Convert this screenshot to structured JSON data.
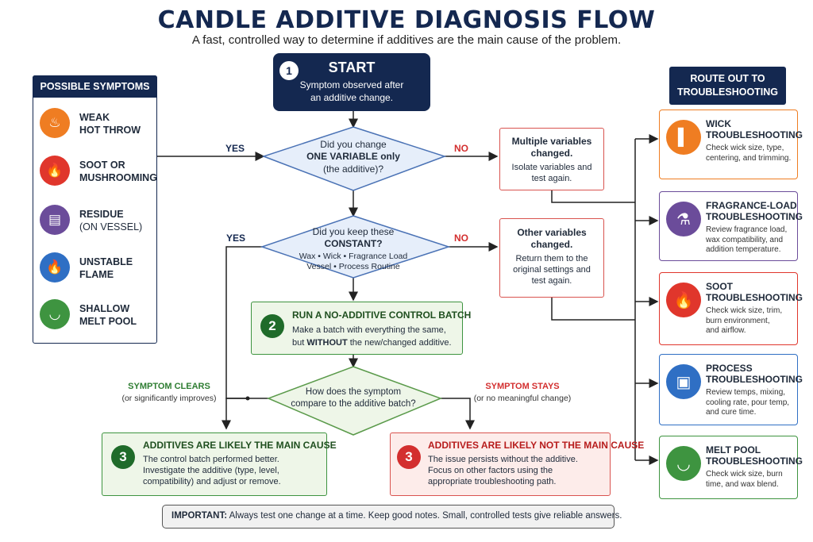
{
  "title": "CANDLE ADDITIVE DIAGNOSIS FLOW",
  "subtitle": "A fast, controlled way to determine if additives are the main cause of the problem.",
  "symptoms": {
    "header": "POSSIBLE SYMPTOMS",
    "items": [
      {
        "line1": "WEAK",
        "line2": "HOT THROW",
        "icon": "heat-waves-icon",
        "color": "#ef7d22"
      },
      {
        "line1": "SOOT OR",
        "line2": "MUSHROOMING",
        "icon": "flame-soot-icon",
        "color": "#e0362c"
      },
      {
        "line1": "RESIDUE",
        "line2": "(ON VESSEL)",
        "icon": "jar-residue-icon",
        "color": "#6b4c9a"
      },
      {
        "line1": "UNSTABLE",
        "line2": "FLAME",
        "icon": "flame-icon",
        "color": "#2f6fc4"
      },
      {
        "line1": "SHALLOW",
        "line2": "MELT POOL",
        "icon": "bowl-icon",
        "color": "#3e9440"
      }
    ]
  },
  "start": {
    "number": "1",
    "title": "START",
    "line1": "Symptom observed after",
    "line2": "an additive change."
  },
  "decision1": {
    "line1": "Did you change",
    "line2": "ONE VARIABLE only",
    "line3": "(the additive)?",
    "yes": "YES",
    "no": "NO"
  },
  "multiple": {
    "title1": "Multiple variables",
    "title2": "changed.",
    "line1": "Isolate variables and",
    "line2": "test again."
  },
  "decision2": {
    "line1": "Did you keep these",
    "line2": "CONSTANT?",
    "line3": "Wax • Wick • Fragrance Load",
    "line4": "Vessel • Process Routine",
    "yes": "YES",
    "no": "NO"
  },
  "other": {
    "title1": "Other variables",
    "title2": "changed.",
    "line1": "Return them to the",
    "line2": "original settings and",
    "line3": "test again."
  },
  "control": {
    "number": "2",
    "title": "RUN A NO-ADDITIVE CONTROL BATCH",
    "line1": "Make a batch with everything the same,",
    "line2_pre": "but ",
    "line2_bold": "WITHOUT",
    "line2_post": " the new/changed additive."
  },
  "decision3": {
    "line1": "How does the symptom",
    "line2": "compare to the additive batch?"
  },
  "clears": {
    "label": "SYMPTOM CLEARS",
    "sub": "(or significantly improves)"
  },
  "stays": {
    "label": "SYMPTOM STAYS",
    "sub": "(or no meaningful change)"
  },
  "result_yes": {
    "number": "3",
    "title": "ADDITIVES ARE LIKELY THE MAIN CAUSE",
    "line1": "The control batch performed better.",
    "line2": "Investigate the additive (type, level,",
    "line3": "compatibility) and adjust or remove."
  },
  "result_no": {
    "number": "3",
    "title": "ADDITIVES ARE LIKELY NOT THE MAIN CAUSE",
    "line1": "The issue persists without the additive.",
    "line2": "Focus on other factors using the",
    "line3": "appropriate troubleshooting path."
  },
  "important": {
    "label": "IMPORTANT:",
    "text": " Always test one change at a time. Keep good notes. Small, controlled tests give reliable answers."
  },
  "route": {
    "header1": "ROUTE OUT TO",
    "header2": "TROUBLESHOOTING",
    "items": [
      {
        "title1": "WICK",
        "title2": "TROUBLESHOOTING",
        "desc": [
          "Check wick size, type,",
          "centering, and trimming."
        ],
        "color": "#ef7d22",
        "icon": "candle-icon"
      },
      {
        "title1": "FRAGRANCE-LOAD",
        "title2": "TROUBLESHOOTING",
        "desc": [
          "Review fragrance load,",
          "wax compatibility, and",
          "addition temperature."
        ],
        "color": "#6b4c9a",
        "icon": "flask-icon"
      },
      {
        "title1": "SOOT",
        "title2": "TROUBLESHOOTING",
        "desc": [
          "Check wick size, trim,",
          "burn environment,",
          "and airflow."
        ],
        "color": "#e0362c",
        "icon": "flame-soot-icon"
      },
      {
        "title1": "PROCESS",
        "title2": "TROUBLESHOOTING",
        "desc": [
          "Review temps, mixing,",
          "cooling rate, pour temp,",
          "and cure time."
        ],
        "color": "#2f6fc4",
        "icon": "jar-candle-icon"
      },
      {
        "title1": "MELT POOL",
        "title2": "TROUBLESHOOTING",
        "desc": [
          "Check wick size, burn",
          "time, and wax blend."
        ],
        "color": "#3e9440",
        "icon": "bowl-icon"
      }
    ]
  }
}
